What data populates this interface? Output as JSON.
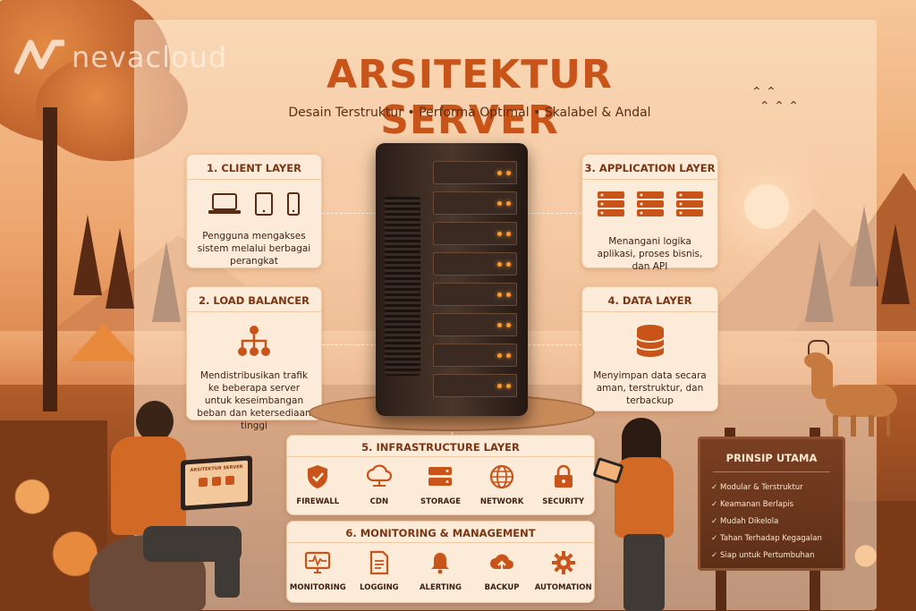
{
  "brand": {
    "name": "nevacloud"
  },
  "header": {
    "title": "ARSITEKTUR SERVER",
    "subtitle": "Desain Terstruktur • Performa Optimal • Skalabel & Andal"
  },
  "layers": {
    "client": {
      "title": "1. CLIENT LAYER",
      "description": "Pengguna mengakses sistem melalui berbagai perangkat",
      "icons": [
        "laptop-icon",
        "tablet-icon",
        "phone-icon"
      ]
    },
    "load_balancer": {
      "title": "2. LOAD BALANCER",
      "description": "Mendistribusikan trafik ke beberapa server untuk keseimbangan beban dan ketersediaan tinggi",
      "icons": [
        "network-tree-icon"
      ]
    },
    "application": {
      "title": "3. APPLICATION LAYER",
      "description": "Menangani logika aplikasi, proses bisnis, dan API",
      "icons": [
        "server-stack-icon",
        "server-stack-icon",
        "server-stack-icon"
      ]
    },
    "data": {
      "title": "4. DATA LAYER",
      "description": "Menyimpan data secara aman, terstruktur, dan terbackup",
      "icons": [
        "database-icon"
      ]
    },
    "infrastructure": {
      "title": "5. INFRASTRUCTURE LAYER",
      "items": [
        {
          "label": "FIREWALL",
          "icon": "shield-check-icon"
        },
        {
          "label": "CDN",
          "icon": "cloud-network-icon"
        },
        {
          "label": "STORAGE",
          "icon": "storage-icon"
        },
        {
          "label": "NETWORK",
          "icon": "globe-icon"
        },
        {
          "label": "SECURITY",
          "icon": "lock-icon"
        }
      ]
    },
    "monitoring": {
      "title": "6. MONITORING & MANAGEMENT",
      "items": [
        {
          "label": "MONITORING",
          "icon": "monitor-pulse-icon"
        },
        {
          "label": "LOGGING",
          "icon": "document-icon"
        },
        {
          "label": "ALERTING",
          "icon": "bell-icon"
        },
        {
          "label": "BACKUP",
          "icon": "cloud-upload-icon"
        },
        {
          "label": "AUTOMATION",
          "icon": "gear-icon"
        }
      ]
    }
  },
  "principles": {
    "title": "PRINSIP UTAMA",
    "items": [
      "Modular & Terstruktur",
      "Keamanan Berlapis",
      "Mudah Dikelola",
      "Tahan Terhadap Kegagalan",
      "Siap untuk Pertumbuhan"
    ]
  },
  "laptop_screen": {
    "text": "ARSITEKTUR SERVER"
  },
  "colors": {
    "accent": "#c8541a",
    "card_bg": "#fcebd8",
    "card_head": "#7a3514",
    "sign_bg": "#6a3519"
  }
}
